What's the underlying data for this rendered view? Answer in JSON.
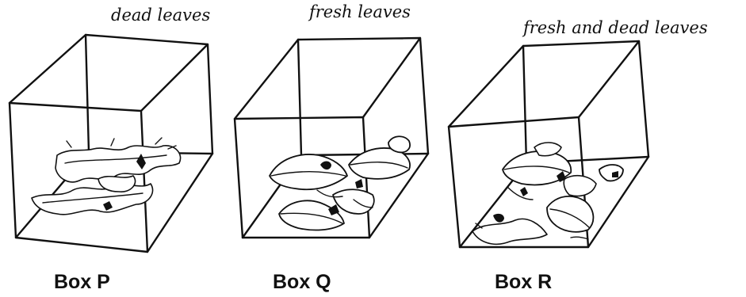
{
  "boxes": [
    {
      "label": "Box P",
      "note": "dead leaves"
    },
    {
      "label": "Box Q",
      "note": "fresh leaves"
    },
    {
      "label": "Box R",
      "note": "fresh and dead leaves"
    }
  ]
}
